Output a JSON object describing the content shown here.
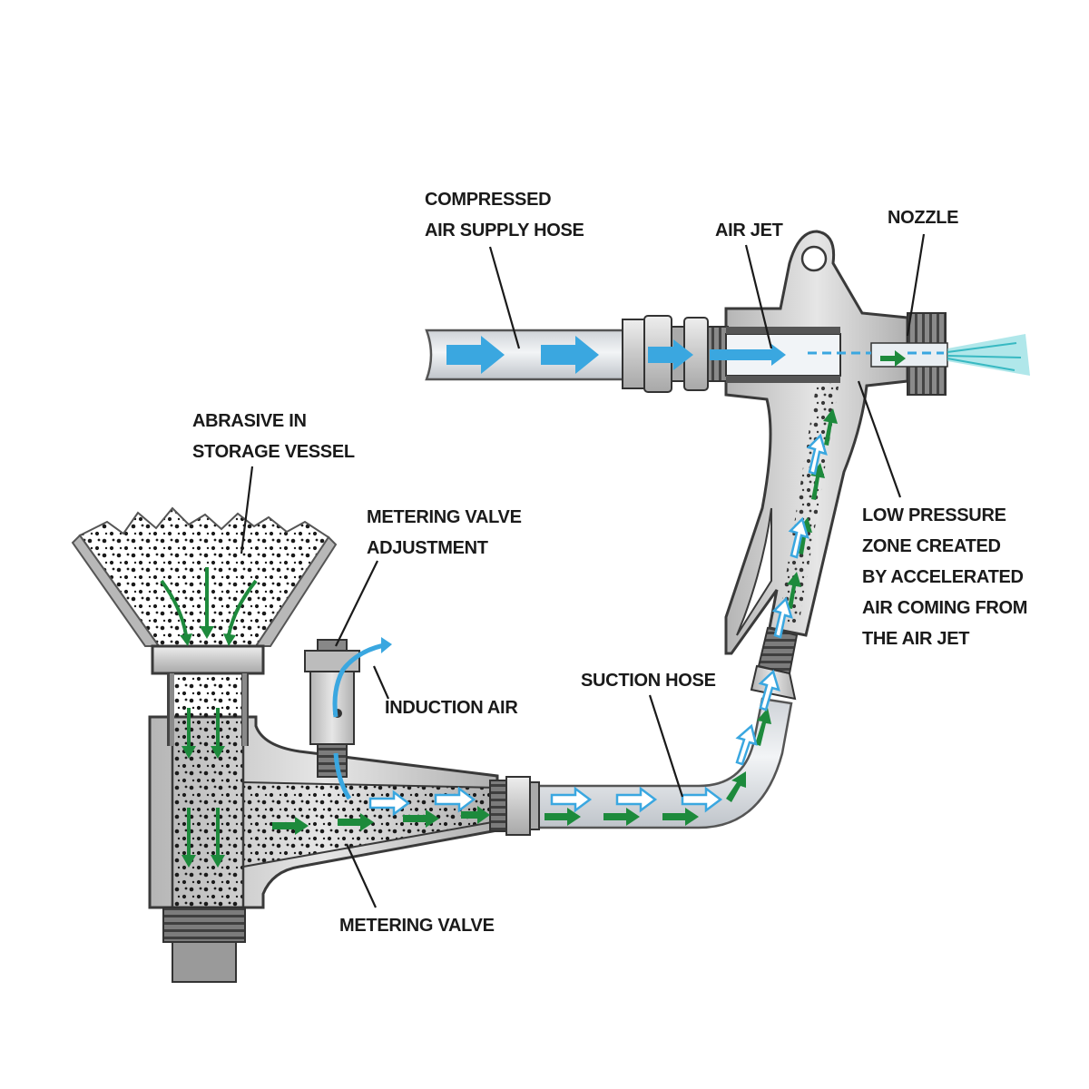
{
  "labels": {
    "compressed_air_supply_hose": [
      "COMPRESSED",
      "AIR SUPPLY HOSE"
    ],
    "air_jet": [
      "AIR JET"
    ],
    "nozzle": [
      "NOZZLE"
    ],
    "abrasive_storage_vessel": [
      "ABRASIVE IN",
      "STORAGE VESSEL"
    ],
    "metering_valve_adjustment": [
      "METERING VALVE",
      "ADJUSTMENT"
    ],
    "induction_air": [
      "INDUCTION AIR"
    ],
    "suction_hose": [
      "SUCTION HOSE"
    ],
    "low_pressure_zone": [
      "LOW PRESSURE",
      "ZONE CREATED",
      "BY ACCELERATED",
      "AIR COMING FROM",
      "THE AIR JET"
    ],
    "metering_valve": [
      "METERING VALVE"
    ]
  },
  "colors": {
    "air_flow": "#3aa7e0",
    "abrasive_flow": "#1d8a3c",
    "metal": "#cfcfcf",
    "metal_dark": "#8c8c8c",
    "outline": "#3a3a3a",
    "hose": "#d9dde2",
    "spray": "#6fd3d8"
  },
  "icons": {
    "air_arrow": "arrow-right-icon",
    "abrasive_arrow": "arrow-icon",
    "abrasive_particle": "dot-icon"
  }
}
